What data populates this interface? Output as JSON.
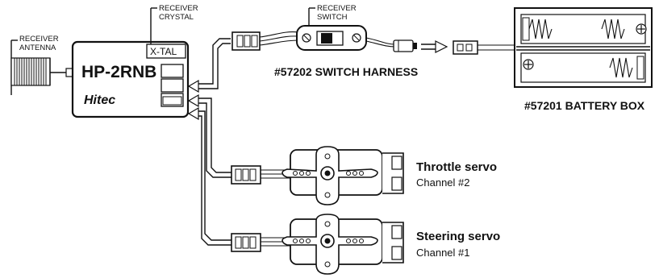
{
  "labels": {
    "receiver_crystal_line1": "RECEIVER",
    "receiver_crystal_line2": "CRYSTAL",
    "receiver_switch_line1": "RECEIVER",
    "receiver_switch_line2": "SWITCH",
    "receiver_antenna_line1": "RECEIVER",
    "receiver_antenna_line2": "ANTENNA",
    "xtal": "X-TAL",
    "receiver_model": "HP-2RNB",
    "brand": "Hitec",
    "switch_harness": "#57202 SWITCH HARNESS",
    "battery_box": "#57201 BATTERY BOX",
    "throttle_servo": "Throttle servo",
    "throttle_channel": "Channel  #2",
    "steering_servo": "Steering servo",
    "steering_channel": "Channel  #1"
  }
}
